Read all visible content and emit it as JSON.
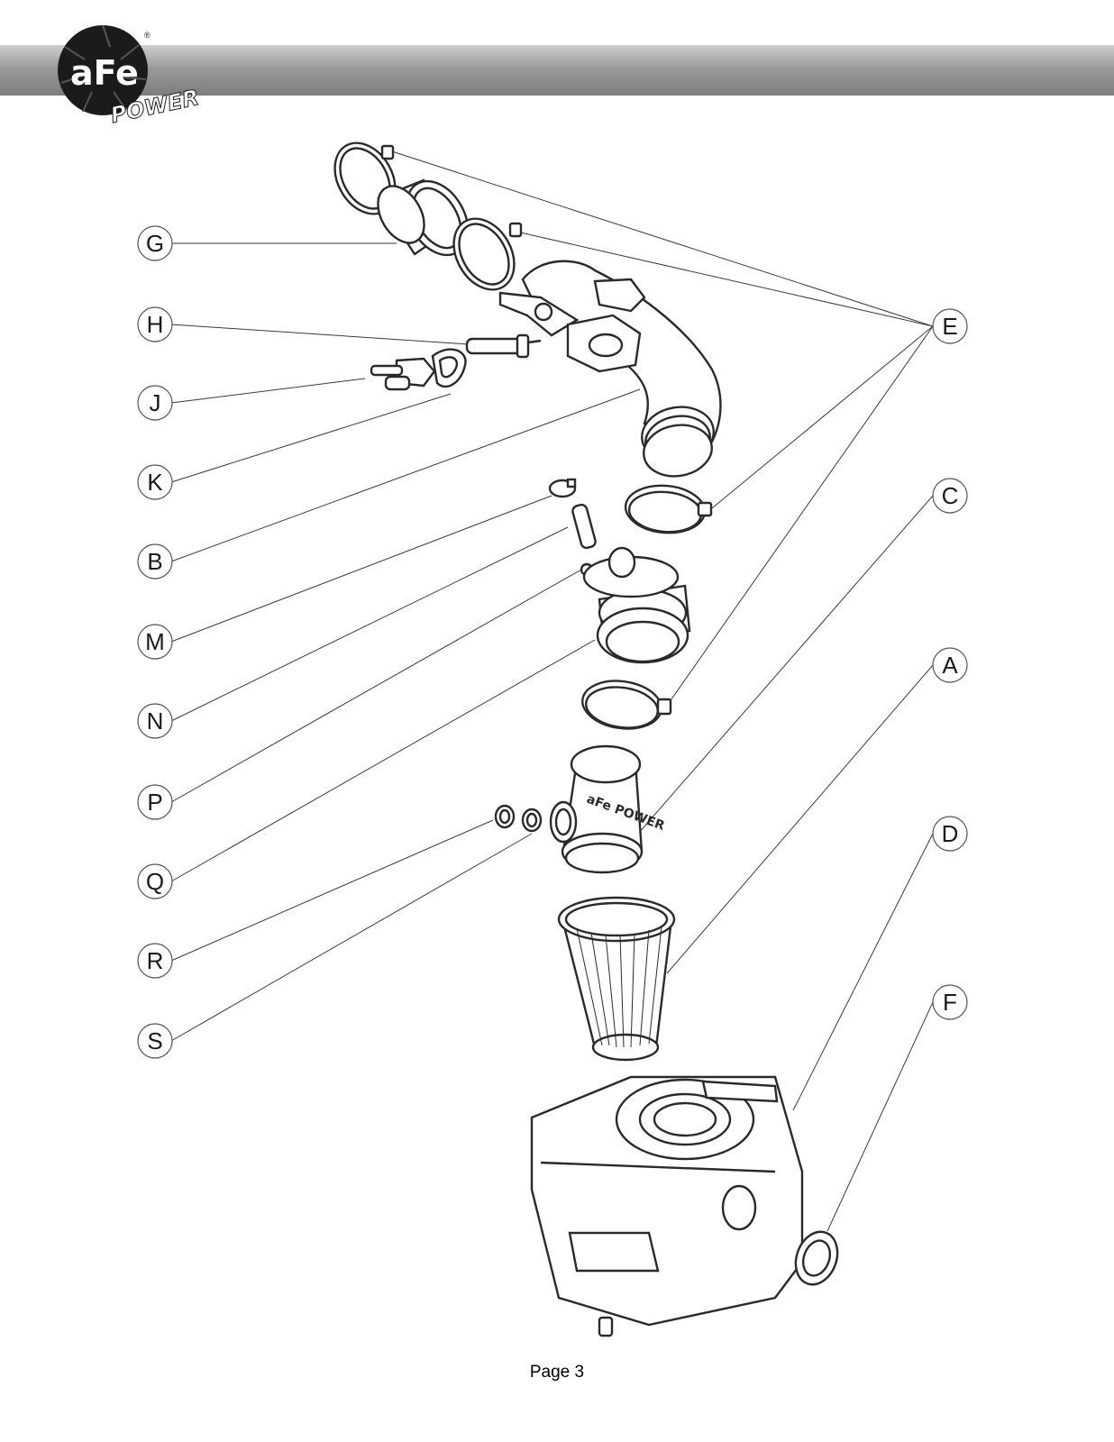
{
  "brand": {
    "logo_text": "aFe",
    "logo_subtext": "POWER",
    "registered": "®"
  },
  "callouts": {
    "G": "G",
    "H": "H",
    "J": "J",
    "K": "K",
    "B": "B",
    "M": "M",
    "N": "N",
    "P": "P",
    "Q": "Q",
    "R": "R",
    "S": "S",
    "E": "E",
    "C": "C",
    "A": "A",
    "D": "D",
    "F": "F"
  },
  "part_marking": "aFe POWER",
  "footer": {
    "page": "Page 3"
  },
  "colors": {
    "header_light": "#cfcfcf",
    "header_dark": "#7d7d7d",
    "line": "#3a3a3a"
  }
}
